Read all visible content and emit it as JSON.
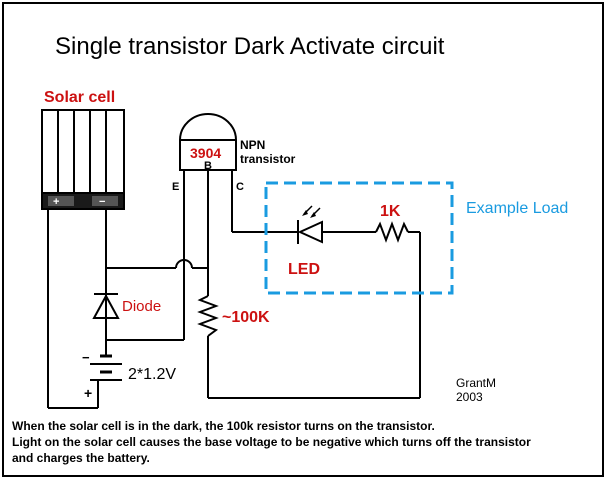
{
  "title": "Single transistor Dark Activate circuit",
  "labels": {
    "solar_cell": "Solar cell",
    "transistor_part": "3904",
    "transistor_base": "B",
    "transistor_type_line1": "NPN",
    "transistor_type_line2": "transistor",
    "emitter": "E",
    "collector": "C",
    "led_resistor": "1K",
    "led": "LED",
    "example_load": "Example Load",
    "diode": "Diode",
    "base_resistor": "~100K",
    "battery": "2*1.2V",
    "battery_minus": "−",
    "battery_plus": "+",
    "solar_minus": "−",
    "solar_plus": "+",
    "author": "GrantM",
    "year": "2003"
  },
  "description": {
    "line1": "When the solar cell is in the dark, the 100k resistor turns on the transistor.",
    "line2": "Light on the solar cell causes the base voltage to be negative which turns off the transistor",
    "line3": "and charges the battery."
  },
  "colors": {
    "red_label": "#cc1111",
    "load_blue": "#1a9be0",
    "wire": "#000000",
    "panel_fill": "#1a1a1a"
  }
}
